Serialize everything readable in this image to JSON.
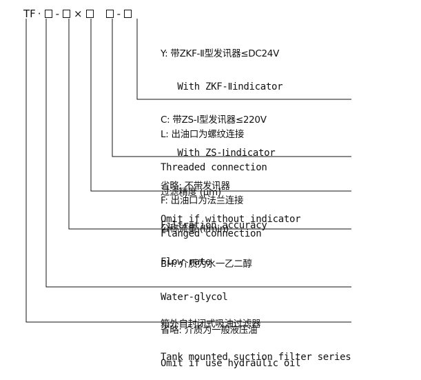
{
  "code": {
    "prefix": "TF",
    "dot": "·",
    "dash1": "-",
    "times": "×",
    "dash2": "-"
  },
  "groups": {
    "indicator": [
      "Y: 带ZKF-Ⅱ型发讯器≤DC24V",
      "   With ZKF-Ⅱindicator",
      "C: 带ZS-Ⅰ型发讯器≤220V",
      "   With ZS-Ⅰindicator",
      "省略: 不带发讯器",
      "Omit if without indicator"
    ],
    "connection": [
      "L: 出油口为螺纹连接",
      "Threaded connection",
      "F: 出油口为法兰连接",
      "Flanged connection"
    ],
    "accuracy": [
      "过滤精度 (μm)",
      "Filtration accuracy"
    ],
    "flow": [
      "公称流量 (l/min)",
      "Flow rate"
    ],
    "medium": [
      "BH: 介质为水一乙二醇",
      "Water-glycol",
      "省略: 介质为一般液压油",
      "Omit if use hydraulic oil"
    ],
    "series": [
      "箱外自封闭式吸油过滤器",
      "Tank mounted suction filter series"
    ]
  }
}
